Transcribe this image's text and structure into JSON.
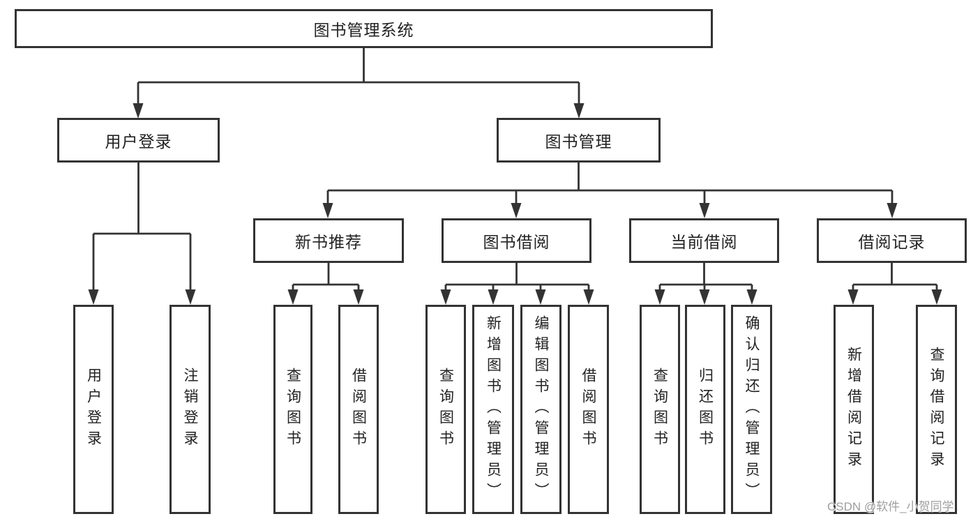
{
  "diagram": {
    "type": "hierarchy-tree",
    "colors": {
      "line": "#333333",
      "box_border": "#333333",
      "box_fill": "#ffffff",
      "text": "#222222",
      "watermark": "#949494"
    },
    "nodes": {
      "root": {
        "label": "图书管理系统"
      },
      "user_login": {
        "label": "用户登录"
      },
      "book_mgmt": {
        "label": "图书管理"
      },
      "new_books": {
        "label": "新书推荐"
      },
      "borrowing": {
        "label": "图书借阅"
      },
      "current": {
        "label": "当前借阅"
      },
      "records": {
        "label": "借阅记录"
      },
      "leaves": [
        {
          "label": "用户登录",
          "parent": "用户登录"
        },
        {
          "label": "注销登录",
          "parent": "用户登录"
        },
        {
          "label": "查询图书",
          "parent": "新书推荐"
        },
        {
          "label": "借阅图书",
          "parent": "新书推荐"
        },
        {
          "label": "查询图书",
          "parent": "图书借阅"
        },
        {
          "label": "新增图书（管理员）",
          "parent": "图书借阅"
        },
        {
          "label": "编辑图书（管理员）",
          "parent": "图书借阅"
        },
        {
          "label": "借阅图书",
          "parent": "图书借阅"
        },
        {
          "label": "查询图书",
          "parent": "当前借阅"
        },
        {
          "label": "归还图书",
          "parent": "当前借阅"
        },
        {
          "label": "确认归还（管理员）",
          "parent": "当前借阅"
        },
        {
          "label": "新增借阅记录",
          "parent": "借阅记录"
        },
        {
          "label": "查询借阅记录",
          "parent": "借阅记录"
        }
      ]
    }
  },
  "watermark": {
    "text": "CSDN @软件_小贺同学"
  }
}
